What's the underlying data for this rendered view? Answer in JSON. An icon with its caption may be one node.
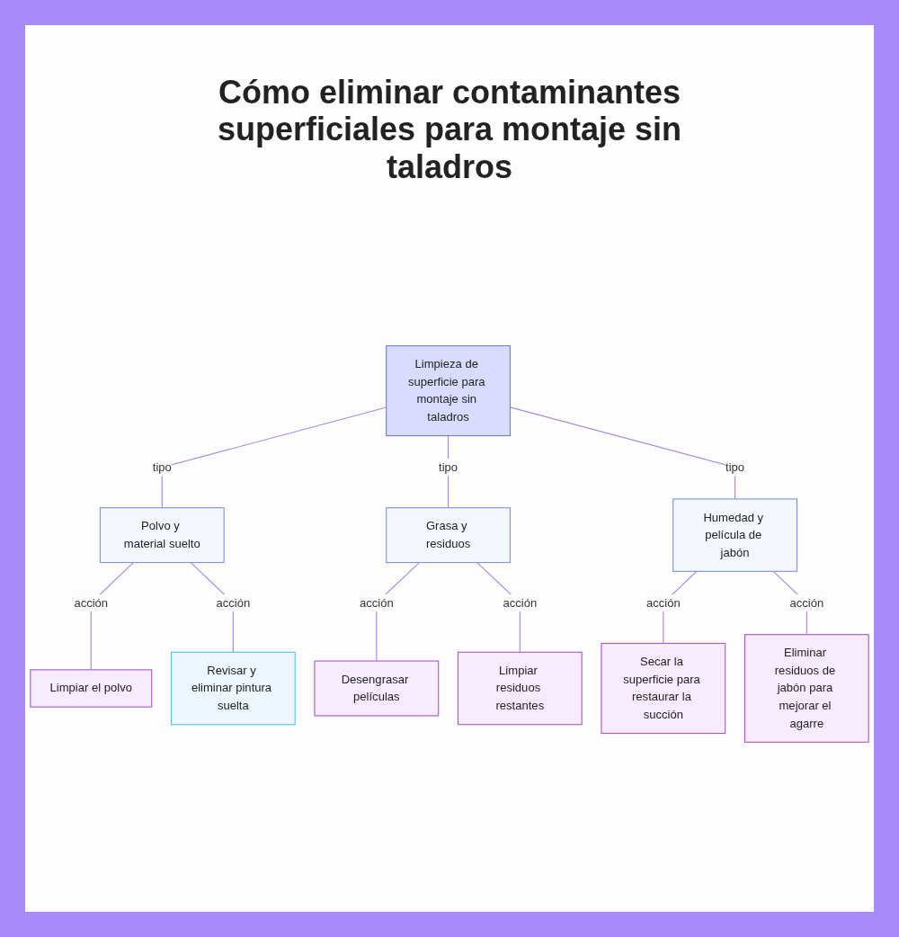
{
  "diagram": {
    "title": "Cómo eliminar contaminantes superficiales para montaje sin taladros",
    "nodes": [
      {
        "text": [
          "Limpieza de superficie para montaje sin taladros"
        ]
      },
      {
        "text": [
          "Polvo y material suelto"
        ]
      },
      {
        "text": [
          "Grasa y residuos"
        ]
      },
      {
        "text": [
          "Humedad y película de jabón"
        ]
      },
      {
        "text": [
          "Limpiar el polvo"
        ]
      },
      {
        "text": [
          "Revisar y eliminar pintura suelta"
        ]
      },
      {
        "text": [
          "Desengrasar películas"
        ]
      },
      {
        "text": [
          "Limpiar residuos restantes"
        ]
      },
      {
        "text": [
          "Secar la superficie para restaurar la succión"
        ]
      },
      {
        "text": [
          "Eliminar residuos de jabón para mejorar el agarre"
        ]
      }
    ],
    "edges": [
      {
        "from": 0,
        "to": 1,
        "label": "tipo",
        "arrow": "none"
      },
      {
        "from": 0,
        "to": 2,
        "label": "tipo",
        "arrow": "none"
      },
      {
        "from": 0,
        "to": 3,
        "label": "tipo",
        "arrow": "none"
      },
      {
        "from": 1,
        "to": 4,
        "label": "acción",
        "arrow": "none"
      },
      {
        "from": 1,
        "to": 5,
        "label": "acción",
        "arrow": "none"
      },
      {
        "from": 2,
        "to": 6,
        "label": "acción",
        "arrow": "none"
      },
      {
        "from": 2,
        "to": 7,
        "label": "acción",
        "arrow": "none"
      },
      {
        "from": 3,
        "to": 8,
        "label": "acción",
        "arrow": "none"
      },
      {
        "from": 3,
        "to": 9,
        "label": "acción",
        "arrow": "none"
      }
    ]
  }
}
